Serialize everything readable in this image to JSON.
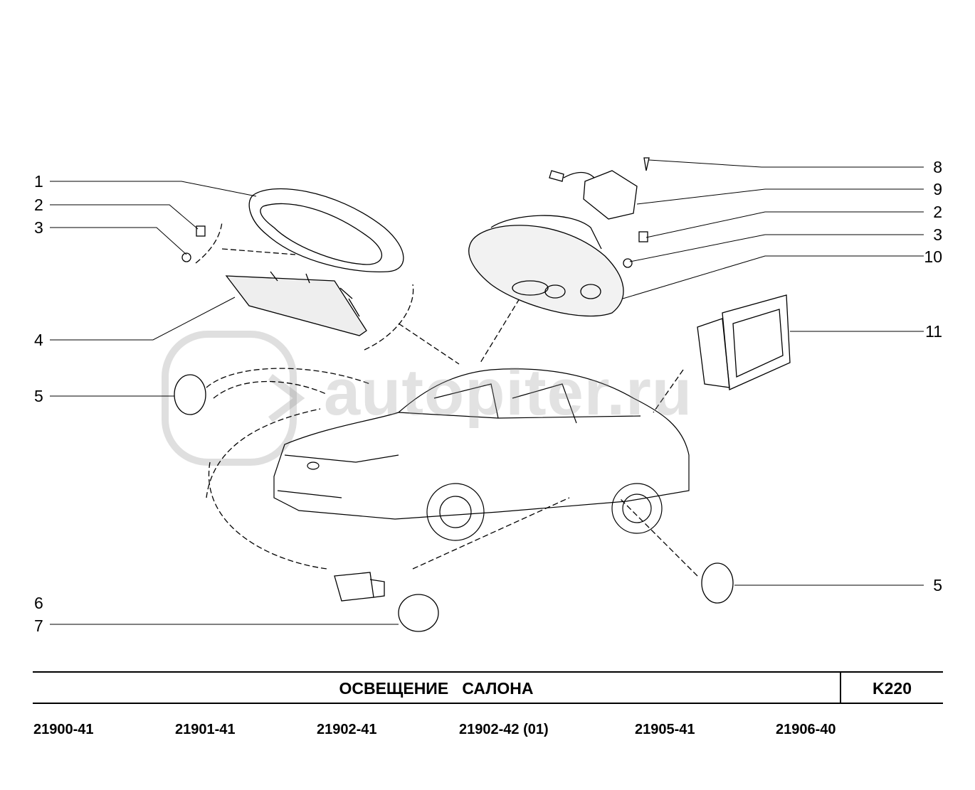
{
  "watermark": "autopiter.ru",
  "callouts_left": [
    "1",
    "2",
    "3",
    "4",
    "5",
    "6",
    "7"
  ],
  "callouts_right": [
    "8",
    "9",
    "2",
    "3",
    "10",
    "11",
    "5"
  ],
  "title": "ОСВЕЩЕНИЕ   САЛОНА",
  "code": "K220",
  "models": [
    "21900-41",
    "21901-41",
    "21902-41",
    "21902-42 (01)",
    "21905-41",
    "21906-40"
  ]
}
